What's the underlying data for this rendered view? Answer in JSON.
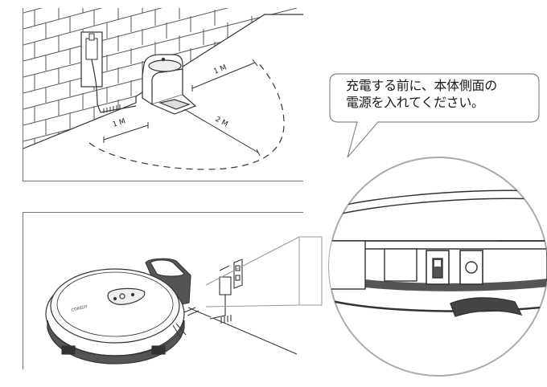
{
  "callout": {
    "line1": "充電する前に、本体側面の",
    "line2": "電源を入れてください。"
  },
  "distances": {
    "side_left": "1 M",
    "side_right": "1 M",
    "front": "2 M"
  },
  "robot_brand": "COREDY"
}
